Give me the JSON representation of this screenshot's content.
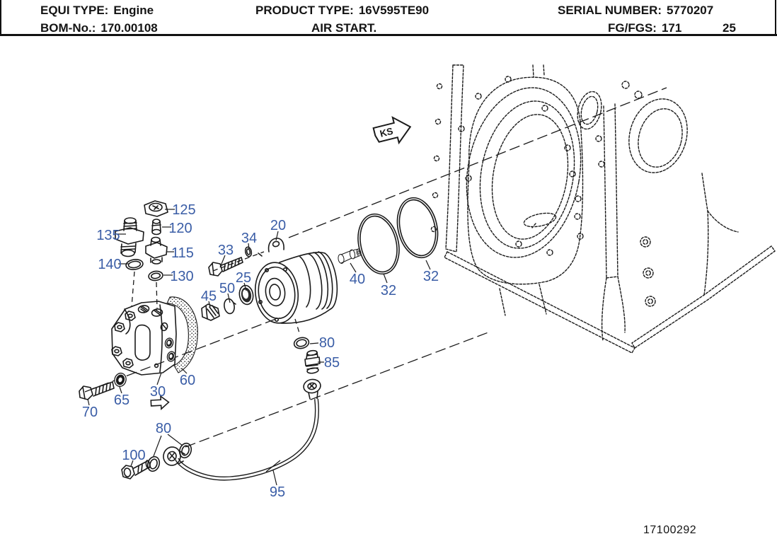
{
  "header": {
    "equi_type_label": "EQUI TYPE:",
    "equi_type_value": "Engine",
    "product_type_label": "PRODUCT TYPE:",
    "product_type_value": "16V595TE90",
    "serial_number_label": "SERIAL NUMBER:",
    "serial_number_value": "5770207",
    "bom_label": "BOM-No.:",
    "bom_value": "170.00108",
    "sheet_title": "AIR START.",
    "fg_fgs_label": "FG/FGS:",
    "fg_fgs_value": "171",
    "fg_fgs_value_2": "25"
  },
  "footer": {
    "drawing_number": "17100292"
  },
  "diagram": {
    "view_marker": "KS",
    "colors": {
      "callout_blue": "#3a5da6",
      "line_black": "#1a1a1a"
    },
    "callouts": {
      "c20": {
        "label": "20"
      },
      "c25": {
        "label": "25"
      },
      "c30": {
        "label": "30"
      },
      "c32a": {
        "label": "32"
      },
      "c32b": {
        "label": "32"
      },
      "c33": {
        "label": "33"
      },
      "c34": {
        "label": "34"
      },
      "c40": {
        "label": "40"
      },
      "c45": {
        "label": "45"
      },
      "c50": {
        "label": "50"
      },
      "c60": {
        "label": "60"
      },
      "c65": {
        "label": "65"
      },
      "c70": {
        "label": "70"
      },
      "c80a": {
        "label": "80"
      },
      "c80b": {
        "label": "80"
      },
      "c85": {
        "label": "85"
      },
      "c95": {
        "label": "95"
      },
      "c100": {
        "label": "100"
      },
      "c115": {
        "label": "115"
      },
      "c120": {
        "label": "120"
      },
      "c125": {
        "label": "125"
      },
      "c130": {
        "label": "130"
      },
      "c135": {
        "label": "135"
      },
      "c140": {
        "label": "140"
      }
    }
  }
}
